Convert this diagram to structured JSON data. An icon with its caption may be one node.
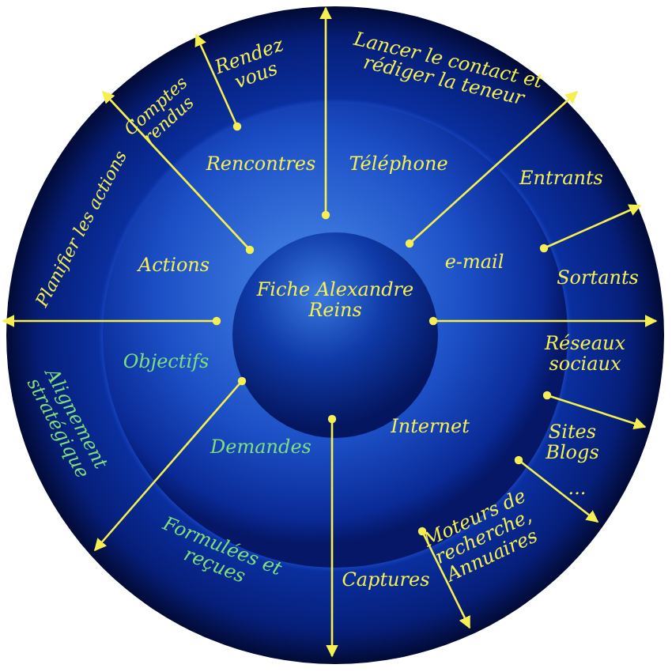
{
  "diagram": {
    "nodes": [
      {
        "text": [
          "Fiche Alexandre Reins"
        ]
      }
    ],
    "labels": [
      "Rendez vous",
      "Comptes rendus",
      "Lancer le contact et rédiger la teneur",
      "Planifier les actions",
      "Rencontres",
      "Téléphone",
      "Entrants",
      "Actions",
      "e-mail",
      "Sortants",
      "Objectifs",
      "Alignement stratégique",
      "Réseaux sociaux",
      "Sites Blogs",
      "...",
      "Internet",
      "Demandes",
      "Moteurs de recherche, Annuaires",
      "Formulées et reçues",
      "Captures"
    ]
  }
}
